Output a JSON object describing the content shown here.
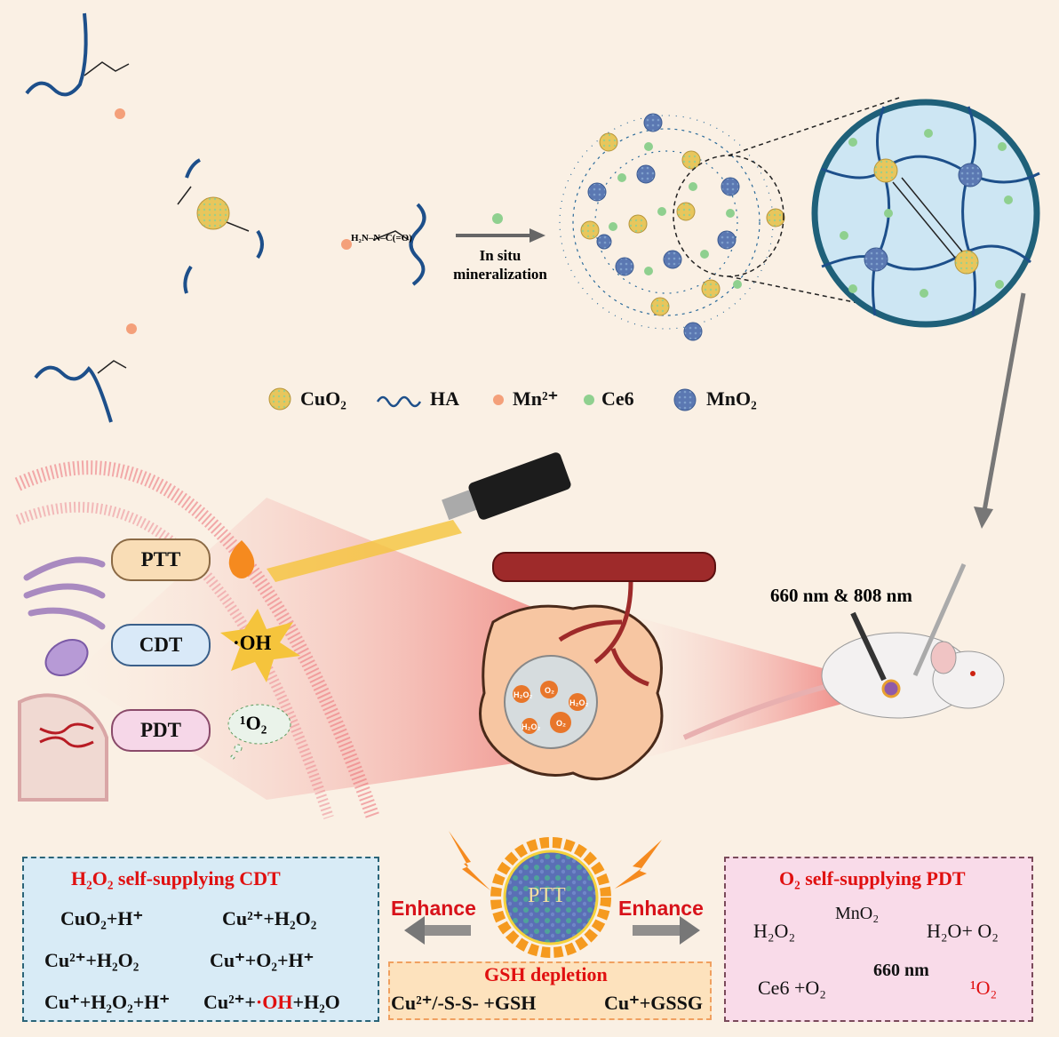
{
  "synthesis": {
    "arrow_label_line1": "In situ",
    "arrow_label_line2": "mineralization",
    "hydrazide_label": "H₂N–N–C(=O)"
  },
  "legend": [
    {
      "label": "CuO₂",
      "icon": "cuo2-particle-icon",
      "color": "#e6c45a"
    },
    {
      "label": "HA",
      "icon": "ha-wave-icon",
      "color": "#1d4f8a"
    },
    {
      "label": "Mn²⁺",
      "icon": "mn-ion-dot-icon",
      "color": "#f4a07a"
    },
    {
      "label": "Ce6",
      "icon": "ce6-dot-icon",
      "color": "#8fd08f"
    },
    {
      "label": "MnO₂",
      "icon": "mno2-particle-icon",
      "color": "#5b7bb0"
    }
  ],
  "therapies": [
    {
      "label": "PTT",
      "effect": "flame"
    },
    {
      "label": "CDT",
      "effect": "·OH"
    },
    {
      "label": "PDT",
      "effect": "¹O₂"
    }
  ],
  "tumor_labels": [
    "H₂O₂",
    "O₂",
    "H₂O₂",
    "H₂O₂",
    "O₂"
  ],
  "laser_wavelengths": "660 nm & 808 nm",
  "center": {
    "ball_label": "PTT",
    "enhance_left": "Enhance",
    "enhance_right": "Enhance"
  },
  "cdt_box": {
    "title": "H₂O₂ self-supplying CDT",
    "equations": [
      {
        "left": "CuO₂+H⁺",
        "right": "Cu²⁺+H₂O₂"
      },
      {
        "left": "Cu²⁺+H₂O₂",
        "right": "Cu⁺+O₂+H⁺"
      },
      {
        "left": "Cu⁺+H₂O₂+H⁺",
        "right_a": "Cu²⁺+",
        "right_red": "·OH",
        "right_b": "+H₂O"
      }
    ]
  },
  "gsh_box": {
    "title": "GSH depletion",
    "equation_left": "Cu²⁺/-S-S- +GSH",
    "equation_right": "Cu⁺+GSSG"
  },
  "pdt_box": {
    "title": "O₂ self-supplying PDT",
    "equations": [
      {
        "left": "H₂O₂",
        "catalyst": "MnO₂",
        "right": "H₂O+ O₂"
      },
      {
        "left": "Ce6 +O₂",
        "catalyst": "660 nm",
        "right": "¹O₂"
      }
    ]
  }
}
